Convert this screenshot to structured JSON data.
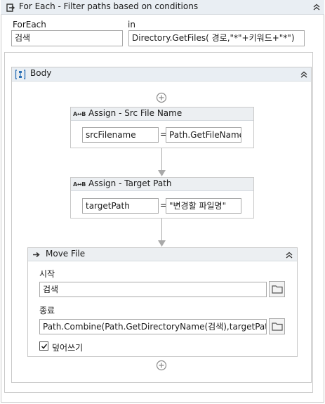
{
  "foreach": {
    "title": "For Each - Filter paths based on conditions",
    "foreach_label": "ForEach",
    "foreach_value": "검색",
    "in_label": "in",
    "in_value": "Directory.GetFiles( 경로,\"*\"+키워드+\"*\")"
  },
  "body": {
    "title": "Body",
    "assign1": {
      "title": "Assign - Src File Name",
      "to": "srcFilename",
      "eq": "=",
      "value": "Path.GetFileName("
    },
    "assign2": {
      "title": "Assign - Target Path",
      "to": "targetPath",
      "eq": "=",
      "value": "\"변경할 파일명\""
    },
    "movefile": {
      "title": "Move File",
      "start_label": "시작",
      "start_value": "검색",
      "end_label": "종료",
      "end_value": "Path.Combine(Path.GetDirectoryName(검색),targetPath+Pa",
      "overwrite_label": "덮어쓰기",
      "overwrite_checked": true
    }
  },
  "colors": {
    "header_bg": "#e9eef3",
    "border": "#c9c9c9",
    "connector": "#a9a9a9",
    "accent_blue": "#2a6fb5"
  }
}
